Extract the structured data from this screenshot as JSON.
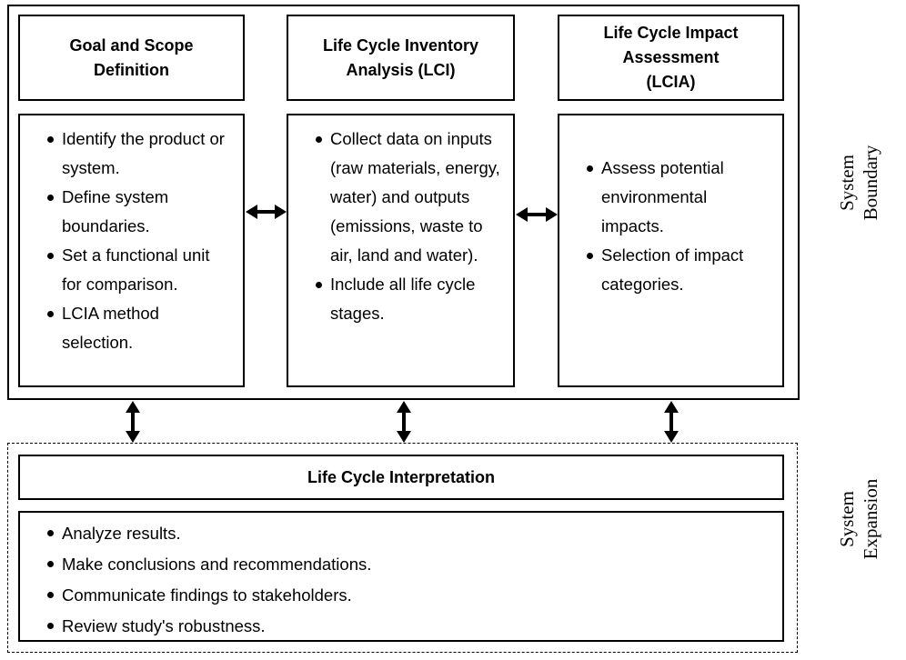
{
  "phases": {
    "goal_scope": {
      "title": "Goal and Scope\nDefinition",
      "items": [
        "Identify the product or system.",
        "Define system boundaries.",
        "Set a functional unit for comparison.",
        "LCIA method selection."
      ]
    },
    "inventory": {
      "title": "Life Cycle Inventory\nAnalysis (LCI)",
      "items": [
        "Collect data on inputs (raw materials, energy, water)  and outputs (emissions, waste to air, land and water).",
        "Include all life cycle stages."
      ]
    },
    "impact": {
      "title": "Life Cycle Impact\nAssessment\n(LCIA)",
      "items": [
        "Assess potential environmental impacts.",
        "Selection of impact categories."
      ]
    },
    "interpretation": {
      "title": "Life Cycle Interpretation",
      "items": [
        "Analyze results.",
        "Make conclusions and recommendations.",
        "Communicate findings to stakeholders.",
        "Review study's robustness."
      ]
    }
  },
  "labels": {
    "system_boundary": "System\nBoundary",
    "system_expansion": "System\nExpansion"
  }
}
